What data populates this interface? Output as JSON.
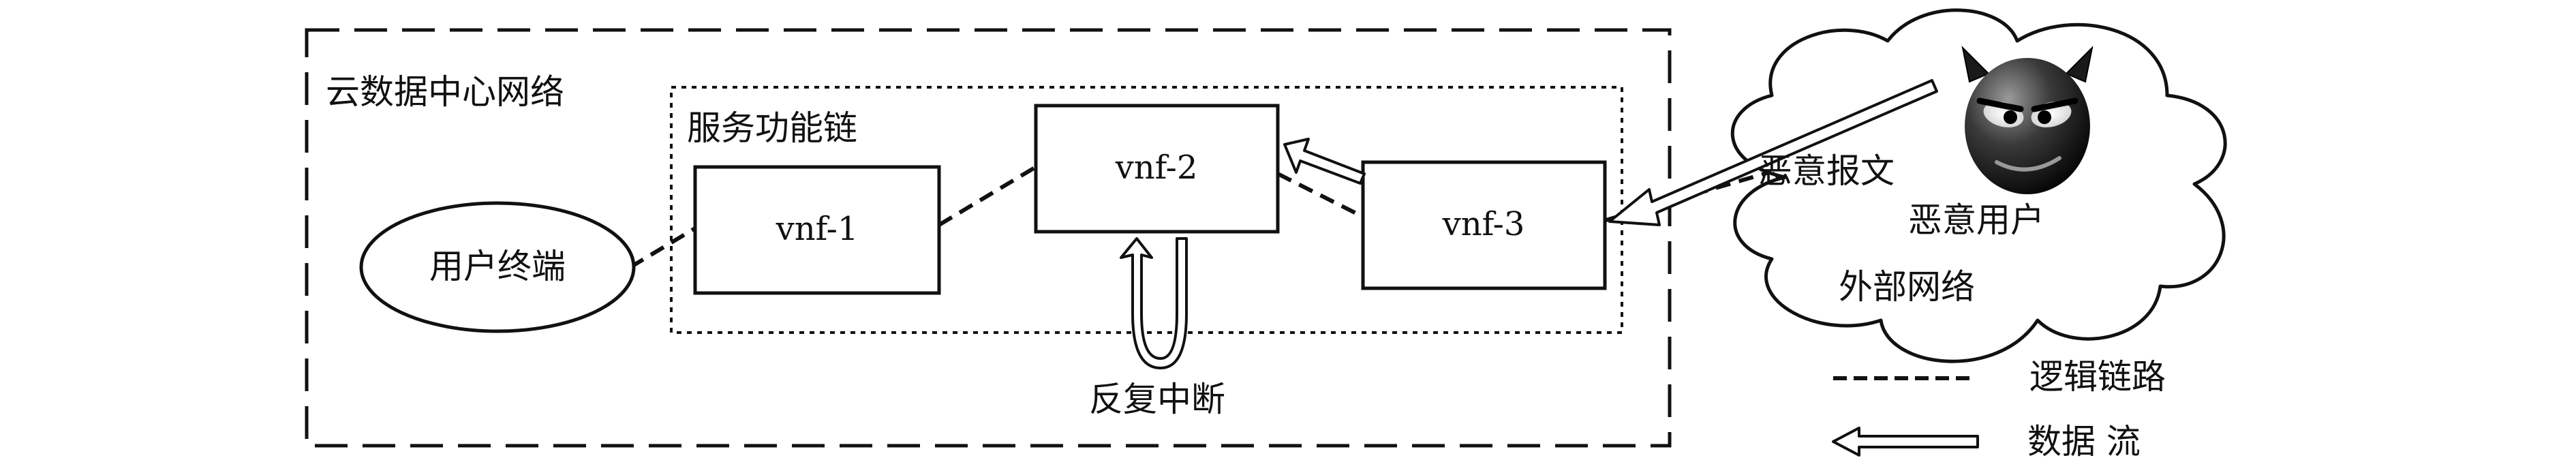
{
  "labels": {
    "cloud_dc_network": "云数据中心网络",
    "service_function_chain": "服务功能链",
    "user_terminal": "用户终端",
    "vnf1": "vnf-1",
    "vnf2": "vnf-2",
    "vnf3": "vnf-3",
    "repeated_interrupt": "反复中断",
    "malicious_packet": "恶意报文",
    "malicious_user": "恶意用户",
    "external_network": "外部网络"
  },
  "legend": {
    "logical_link": "逻辑链路",
    "data_flow": "数据 流"
  },
  "icons": {
    "malicious_user": "devil-face-icon"
  },
  "colors": {
    "line": "#111111",
    "background": "#ffffff"
  }
}
